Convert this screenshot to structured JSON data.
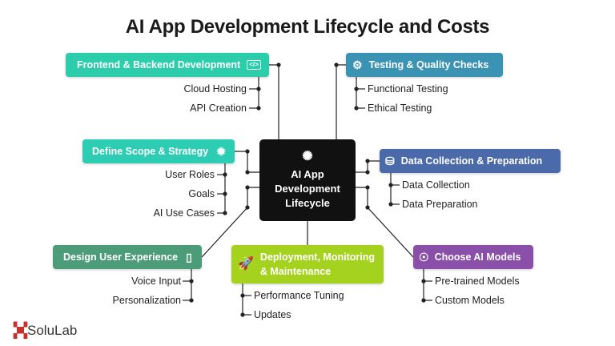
{
  "title": "AI App Development Lifecycle and Costs",
  "center": {
    "line1": "AI App",
    "line2": "Development",
    "line3": "Lifecycle",
    "icon": "brain-circuit-icon"
  },
  "stages": {
    "frontend": {
      "label": "Frontend & Backend Development",
      "icon": "code-window-icon",
      "color": "#2ccdab",
      "items": [
        "Cloud Hosting",
        "API Creation"
      ]
    },
    "testing": {
      "label": "Testing & Quality Checks",
      "icon": "gear-check-icon",
      "color": "#3b93b3",
      "items": [
        "Functional Testing",
        "Ethical Testing"
      ]
    },
    "scope": {
      "label": "Define Scope & Strategy",
      "icon": "target-burst-icon",
      "color": "#2ccdb3",
      "items": [
        "User Roles",
        "Goals",
        "AI Use Cases"
      ]
    },
    "data": {
      "label": "Data Collection & Preparation",
      "icon": "database-icon",
      "color": "#4b6aa9",
      "items": [
        "Data Collection",
        "Data Preparation"
      ]
    },
    "design": {
      "label": "Design User Experience",
      "icon": "mobile-ui-icon",
      "color": "#4c9b79",
      "items": [
        "Voice Input",
        "Personalization"
      ]
    },
    "deploy": {
      "label_line1": "Deployment, Monitoring",
      "label_line2": "& Maintenance",
      "icon": "rocket-icon",
      "color": "#a5d21f",
      "items": [
        "Performance Tuning",
        "Updates"
      ]
    },
    "models": {
      "label": "Choose AI Models",
      "icon": "ai-head-icon",
      "color": "#8a4fa9",
      "items": [
        "Pre-trained Models",
        "Custom Models"
      ]
    }
  },
  "brand": {
    "name": "SoluLab",
    "mark": "SL"
  }
}
